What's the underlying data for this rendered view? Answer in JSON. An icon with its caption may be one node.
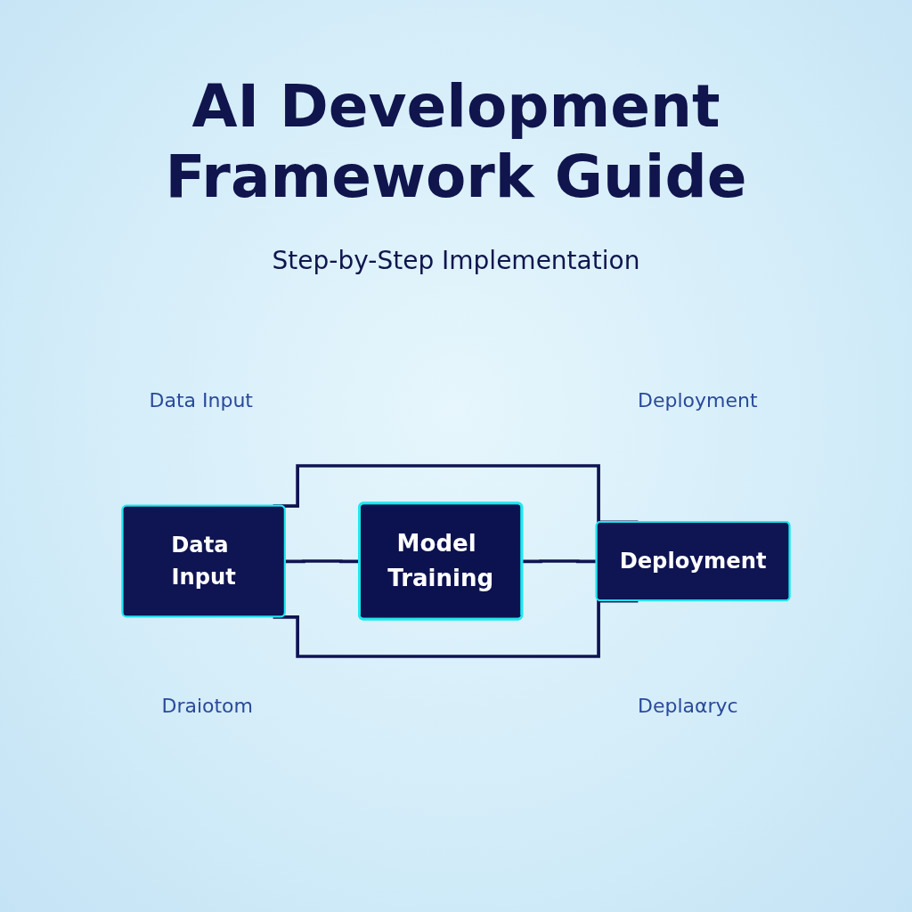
{
  "diagram": {
    "title": "AI Development Framework Guide",
    "nodes": [
      {
        "text": [
          "Data Input"
        ]
      },
      {
        "text": [
          "Model Training"
        ]
      },
      {
        "text": [
          "Deployment"
        ]
      }
    ],
    "edges": [
      {
        "from": 0,
        "to": 2,
        "arrow": "none"
      },
      {
        "from": 0,
        "to": 1,
        "arrow": "none"
      },
      {
        "from": 1,
        "to": 2,
        "arrow": "none"
      },
      {
        "from": 0,
        "to": 2,
        "arrow": "none"
      }
    ],
    "labels": [
      "Step-by-Step Implementation",
      "Data Input",
      "Deployment",
      "Draiotom",
      "Deplaαryc"
    ]
  }
}
